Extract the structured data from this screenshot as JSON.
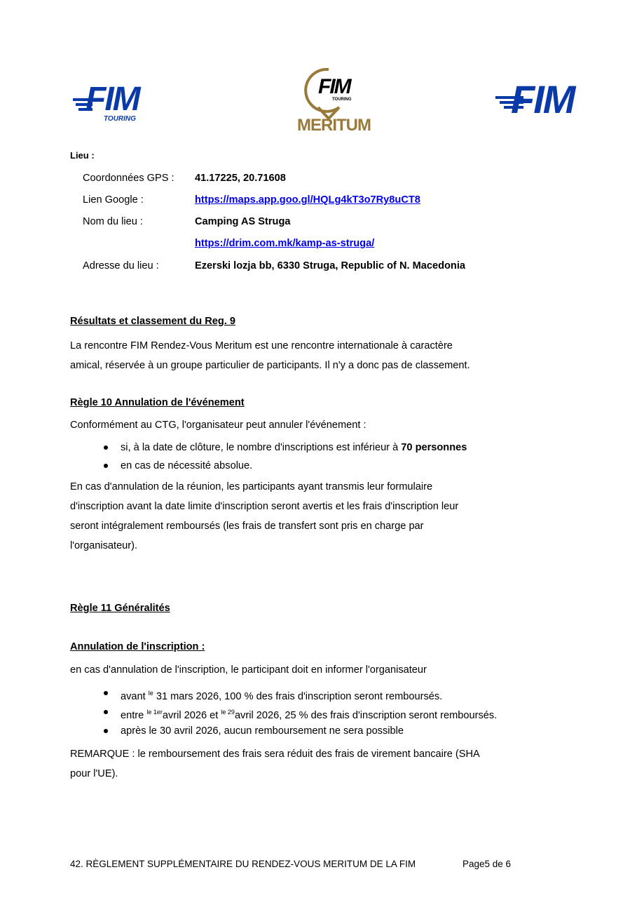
{
  "logos": {
    "left": {
      "main": "FIM",
      "sub": "TOURING"
    },
    "center": {
      "main": "FIM",
      "sub": "TOURING",
      "name": "MERITUM"
    },
    "right": {
      "main": "FIM"
    }
  },
  "lieu": {
    "title": "Lieu :",
    "rows": [
      {
        "label": "Coordonnées GPS :",
        "value": "41.17225, 20.71608"
      },
      {
        "label": "Lien Google :",
        "value": "https://maps.app.goo.gl/HQLg4kT3o7Ry8uCT8"
      },
      {
        "label": "Nom du lieu :",
        "value": "Camping AS Struga"
      },
      {
        "label": "",
        "value": "https://drim.com.mk/kamp-as-struga/"
      },
      {
        "label": "Adresse du lieu :",
        "value": "Ezerski lozja bb, 6330 Struga, Republic of N. Macedonia"
      }
    ]
  },
  "reg9": {
    "heading": "Résultats et classement du Reg. 9",
    "lines": [
      "La rencontre FIM Rendez-Vous Meritum est une rencontre internationale à caractère",
      "amical, réservée à un groupe particulier de participants. Il n'y a donc pas de classement."
    ]
  },
  "reg10": {
    "heading": "Règle 10 Annulation de l'événement",
    "intro": "Conformément au CTG, l'organisateur peut annuler l'événement :",
    "bullet1": "si, à la date de clôture, le nombre d'inscriptions est inférieur à ",
    "bullet1_bold": "70 personnes",
    "bullet2": "en cas de nécessité absolue.",
    "lines": [
      "En cas d'annulation de la réunion, les participants ayant transmis leur formulaire",
      "d'inscription avant la date limite d'inscription seront avertis et les frais d'inscription leur",
      "seront intégralement remboursés (les frais de transfert sont pris en charge par",
      "l'organisateur)."
    ]
  },
  "reg11": {
    "heading": "Règle 11 Généralités"
  },
  "annulation": {
    "heading": "Annulation de l'inscription :",
    "intro": "en cas d'annulation de l'inscription, le participant doit en informer l'organisateur",
    "b1": {
      "a": "avant ",
      "sup": "le",
      "b": " 31 mars 2026, 100 % des frais d'inscription seront remboursés."
    },
    "b2": {
      "a": "entre ",
      "sup1": "le 1er",
      "b": "avril 2026 et ",
      "sup2": "le 29",
      "c": "avril 2026, 25 % des frais d'inscription seront remboursés."
    },
    "b3": "après le 30 avril 2026, aucun remboursement ne sera possible",
    "lines": [
      "REMARQUE : le remboursement des frais sera réduit des frais de virement bancaire (SHA",
      "pour l'UE)."
    ]
  },
  "footer": {
    "title": "42. RÈGLEMENT SUPPLÉMENTAIRE DU RENDEZ-VOUS MERITUM DE LA FIM",
    "page": "Page5 de 6"
  }
}
